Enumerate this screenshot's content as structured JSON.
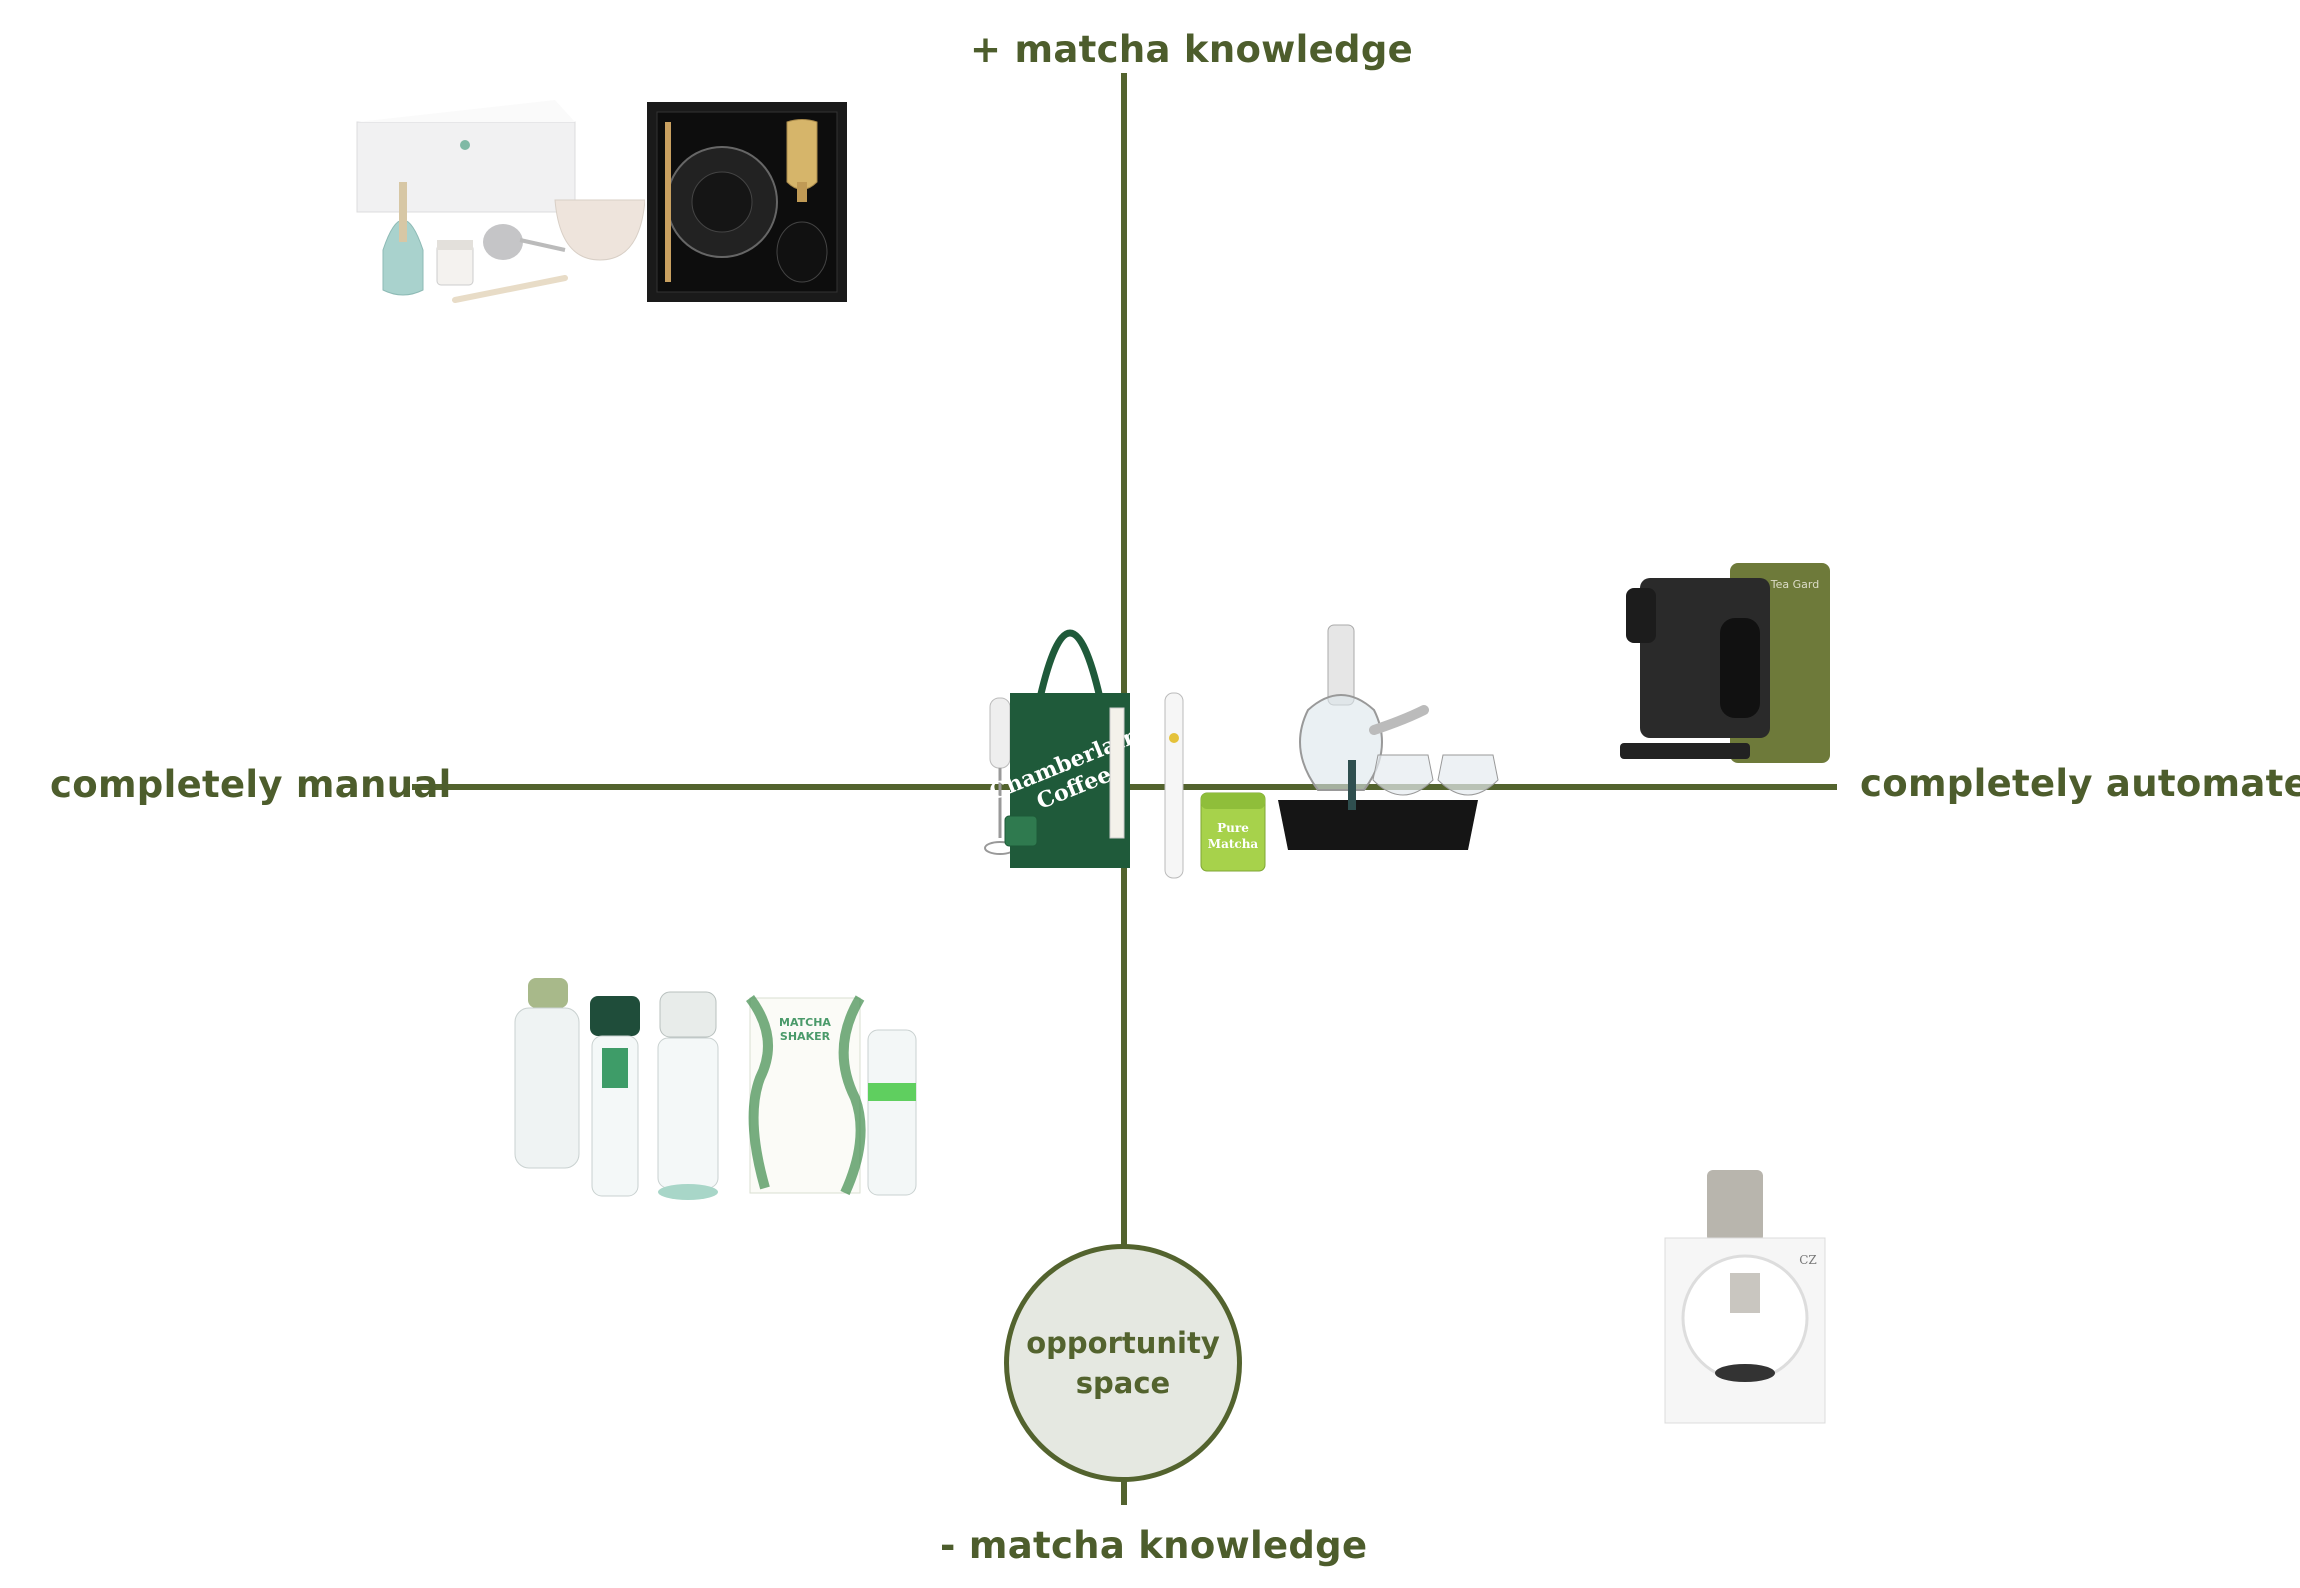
{
  "colors": {
    "axis": "#53632e",
    "label": "#4d5d2c",
    "circle_fill": "#e5e8e1"
  },
  "axes": {
    "top": "+ matcha knowledge",
    "bottom": "- matcha knowledge",
    "left": "completely manual",
    "right": "completely automated"
  },
  "opportunity": {
    "line1": "opportunity",
    "line2": "space"
  },
  "products": {
    "tote": {
      "line1": "Chamberlain",
      "line2": "Coffee"
    },
    "matcha_tin": {
      "line1": "Pure",
      "line2": "Matcha"
    },
    "shaker_box": {
      "line1": "MATCHA",
      "line2": "SHAKER"
    },
    "brewer_brand": "Tea Gard",
    "grinder_brand": "CZ"
  }
}
